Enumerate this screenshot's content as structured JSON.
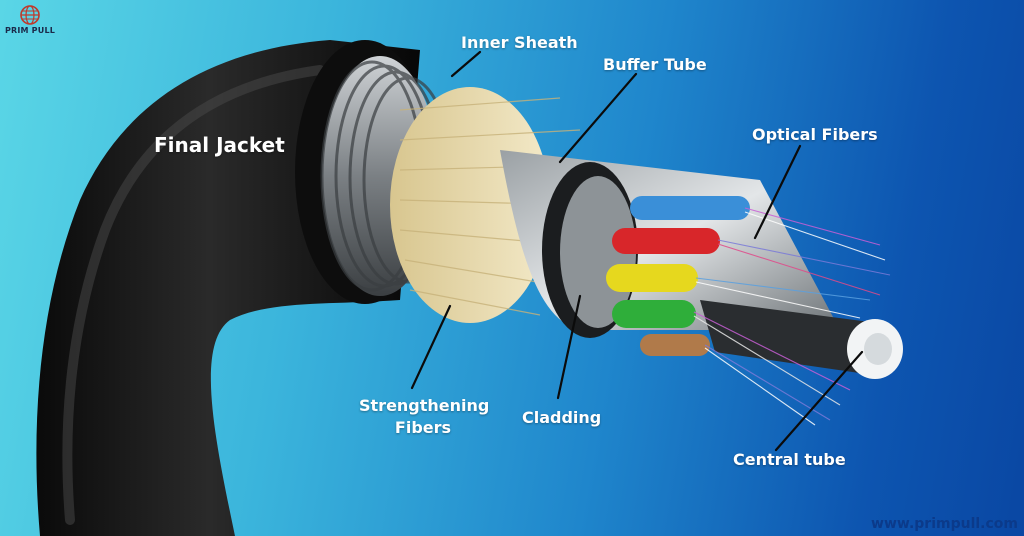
{
  "brand": {
    "name": "PRIM PULL",
    "website": "www.primpull.com"
  },
  "colors": {
    "label_text": "#ffffff",
    "brand_text": "#1b2a4a",
    "website_text": "#0b3a8a",
    "jacket": "#141414",
    "strength_fibers": "#e8d9a8",
    "fiber_tube_colors": [
      "#3a8fd8",
      "#d8262a",
      "#e6d81e",
      "#2fae3a",
      "#b07a4a"
    ]
  },
  "labels": {
    "final_jacket": "Final Jacket",
    "inner_sheath": "Inner Sheath",
    "buffer_tube": "Buffer Tube",
    "optical_fibers": "Optical Fibers",
    "strengthening_fibers_line1": "Strengthening",
    "strengthening_fibers_line2": "Fibers",
    "cladding": "Cladding",
    "central_tube": "Central tube"
  }
}
